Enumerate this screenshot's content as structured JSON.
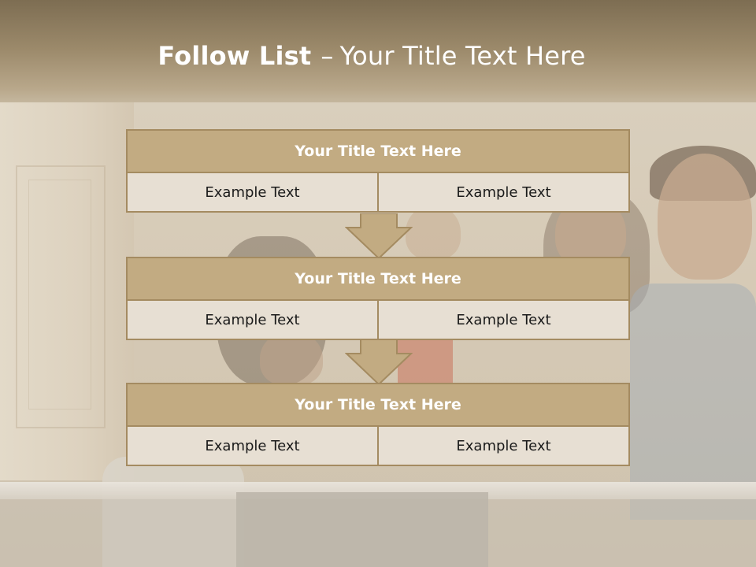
{
  "slide": {
    "title_bold": "Follow List",
    "title_dash": "–",
    "title_rest": "Your Title Text Here"
  },
  "blocks": [
    {
      "title": "Your Title Text Here",
      "left": "Example Text",
      "right": "Example Text"
    },
    {
      "title": "Your Title Text Here",
      "left": "Example Text",
      "right": "Example Text"
    },
    {
      "title": "Your Title Text Here",
      "left": "Example Text",
      "right": "Example Text"
    }
  ],
  "colors": {
    "header_fill": "#c2ab82",
    "border": "#a48b61",
    "cell_fill": "#e7dfd3",
    "arrow_fill": "#c2ab82"
  },
  "icons": {
    "connector": "down-arrow-icon"
  }
}
